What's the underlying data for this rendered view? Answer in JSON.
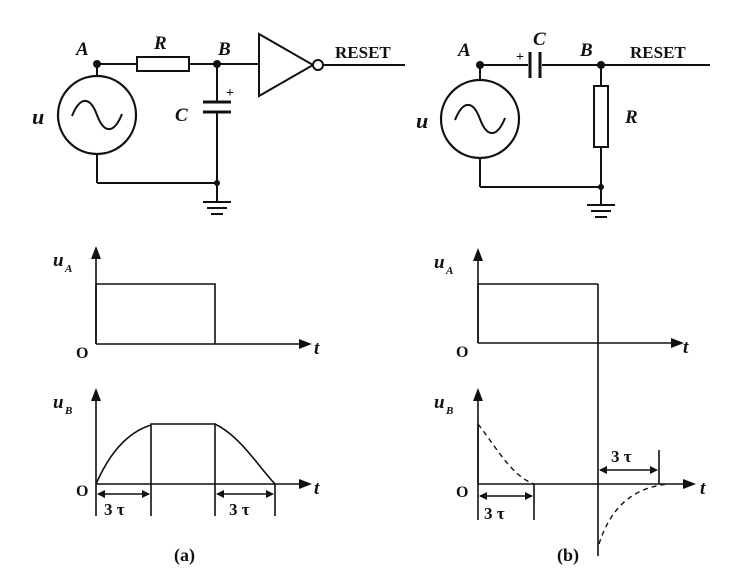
{
  "diagram_a": {
    "node_a": "A",
    "node_b": "B",
    "resistor": "R",
    "capacitor": "C",
    "plus": "+",
    "source": "u",
    "output": "RESET",
    "graph_top_ylabel": "u",
    "graph_top_ysub": "A",
    "graph_bottom_ylabel": "u",
    "graph_bottom_ysub": "B",
    "xlabel": "t",
    "origin": "O",
    "interval_1": "3 τ",
    "interval_2": "3 τ",
    "caption": "(a)"
  },
  "diagram_b": {
    "node_a": "A",
    "node_b": "B",
    "resistor": "R",
    "capacitor": "C",
    "plus": "+",
    "source": "u",
    "output": "RESET",
    "graph_top_ylabel": "u",
    "graph_top_ysub": "A",
    "graph_bottom_ylabel": "u",
    "graph_bottom_ysub": "B",
    "xlabel": "t",
    "origin": "O",
    "interval_1": "3 τ",
    "interval_2": "3 τ",
    "caption": "(b)"
  }
}
